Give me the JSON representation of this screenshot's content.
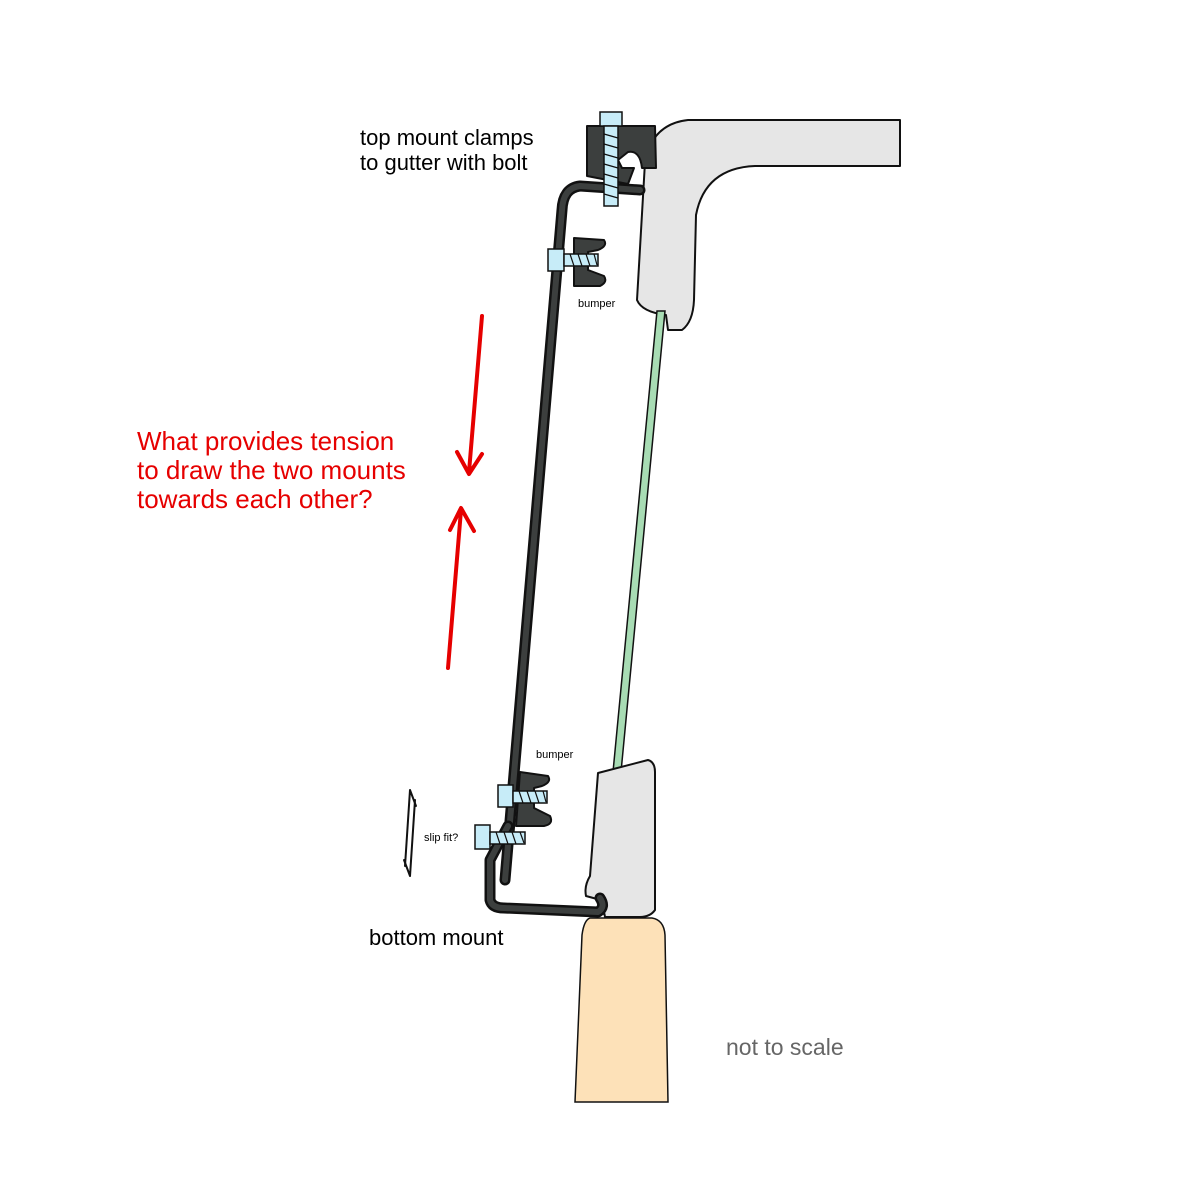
{
  "labels": {
    "top_mount_line1": "top mount clamps",
    "top_mount_line2": "to gutter with bolt",
    "bumper_top": "bumper",
    "question_line1": "What provides tension",
    "question_line2": "to draw the two mounts",
    "question_line3": "towards each other?",
    "bumper_bottom": "bumper",
    "slip_fit": "slip fit?",
    "bottom_mount": "bottom mount",
    "not_to_scale": "not to scale"
  },
  "colors": {
    "question_text": "#e60000",
    "tension_arrows": "#e60000",
    "note_text": "#666666",
    "car_body": "#e6e6e6",
    "glass": "#a8dcb4",
    "bracket": "#3c3f3e",
    "bolt": "#c7ecf8",
    "door_panel": "#fde1b8"
  },
  "icons": {
    "tension_down": "down-arrow-icon",
    "tension_up": "up-arrow-icon",
    "slip_fit": "double-arrow-icon"
  }
}
